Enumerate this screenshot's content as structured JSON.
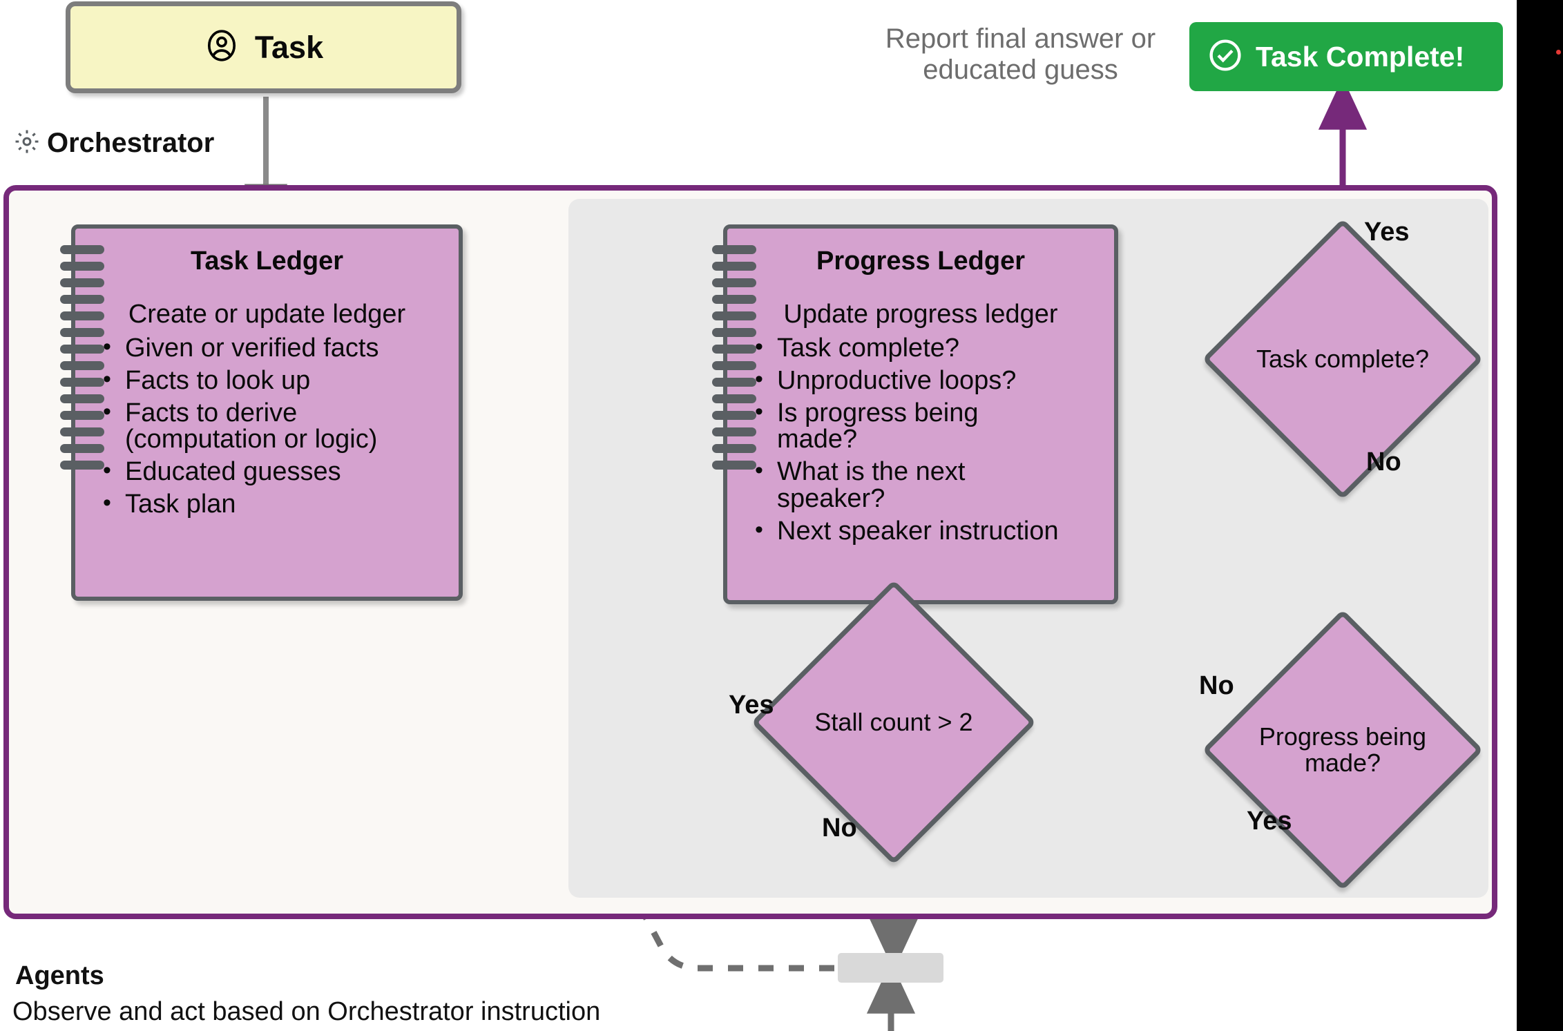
{
  "diagram": {
    "title": "Magentic-One Orchestrator flow",
    "colors": {
      "ledger_fill": "#d5a2cf",
      "ledger_stroke": "#5a5f63",
      "orchestrator_border": "#76297a",
      "orchestrator_fill": "#faf8f5",
      "inner_panel_fill": "#e9e9e9",
      "task_fill": "#f7f5c4",
      "task_stroke": "#7d7d7d",
      "success_green": "#21a745",
      "purple_arrow": "#76297a",
      "gray_arrow": "#6f6f6f",
      "note_text": "#6d6d6d"
    }
  },
  "task_node": {
    "label": "Task",
    "icon": "user-circle-icon"
  },
  "orchestrator": {
    "label": "Orchestrator",
    "icon": "gear-icon"
  },
  "task_ledger": {
    "title": "Task Ledger",
    "subtitle": "Create or update ledger",
    "items": [
      "Given or verified facts",
      "Facts to look up",
      "Facts to derive",
      "(computation or logic)",
      "Educated guesses",
      "Task plan"
    ]
  },
  "progress_ledger": {
    "title": "Progress Ledger",
    "subtitle": "Update progress ledger",
    "items": [
      "Task complete?",
      "Unproductive loops?",
      "Is progress being",
      "made?",
      "What is the next",
      "speaker?",
      "Next speaker instruction"
    ]
  },
  "decisions": {
    "task_complete": {
      "text": "Task complete?",
      "yes": "Yes",
      "no": "No"
    },
    "progress_being_made": {
      "text": "Progress being made?",
      "yes": "Yes",
      "no": "No"
    },
    "stall_count": {
      "text": "Stall count > 2",
      "yes": "Yes",
      "no": "No"
    }
  },
  "completion": {
    "note": "Report final answer or educated guess",
    "badge_label": "Task Complete!",
    "badge_icon": "check-circle-icon"
  },
  "agents": {
    "title": "Agents",
    "subtitle": "Observe and act based on Orchestrator instruction"
  },
  "edge_labels": {
    "task_complete_yes": "Yes",
    "task_complete_no": "No",
    "progress_no": "No",
    "progress_yes": "Yes",
    "stall_yes": "Yes",
    "stall_no": "No"
  }
}
